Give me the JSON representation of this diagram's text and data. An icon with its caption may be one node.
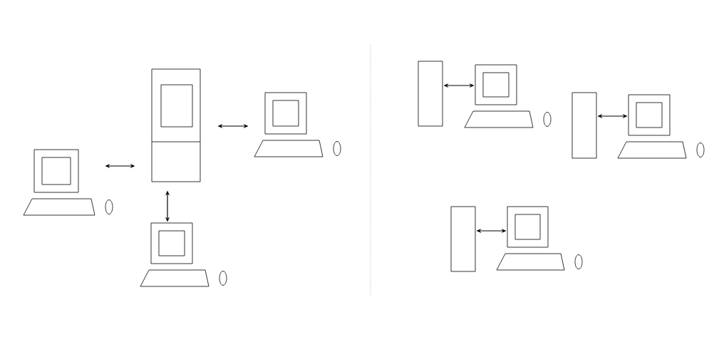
{
  "diagram": {
    "nodes": [
      {
        "text": [],
        "shape": "tower"
      },
      {
        "text": [],
        "shape": "computer"
      },
      {
        "text": [],
        "shape": "computer"
      },
      {
        "text": [],
        "shape": "computer"
      },
      {
        "text": [],
        "shape": "tower"
      },
      {
        "text": [],
        "shape": "computer"
      },
      {
        "text": [],
        "shape": "tower"
      },
      {
        "text": [],
        "shape": "computer"
      },
      {
        "text": [],
        "shape": "tower"
      },
      {
        "text": [],
        "shape": "computer"
      }
    ],
    "edges": [
      {
        "from": 0,
        "to": 1,
        "arrow": "both"
      },
      {
        "from": 0,
        "to": 2,
        "arrow": "both"
      },
      {
        "from": 0,
        "to": 3,
        "arrow": "both"
      },
      {
        "from": 4,
        "to": 5,
        "arrow": "both"
      },
      {
        "from": 6,
        "to": 7,
        "arrow": "both"
      },
      {
        "from": 8,
        "to": 9,
        "arrow": "both"
      }
    ]
  }
}
